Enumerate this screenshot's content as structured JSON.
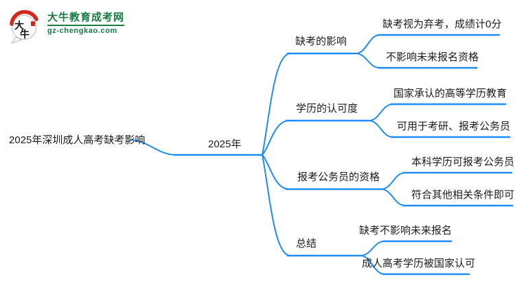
{
  "logo": {
    "icon_chars": "大牛",
    "title": "大牛教育成考网",
    "url": "gz-chengkao.com"
  },
  "mindmap": {
    "root": "2025年深圳成人高考缺考影响",
    "center": "2025年",
    "branches": [
      {
        "label": "缺考的影响",
        "children": [
          "缺考视为弃考，成绩计0分",
          "不影响未来报名资格"
        ]
      },
      {
        "label": "学历的认可度",
        "children": [
          "国家承认的高等学历教育",
          "可用于考研、报考公务员"
        ]
      },
      {
        "label": "报考公务员的资格",
        "children": [
          "本科学历可报考公务员",
          "符合其他相关条件即可"
        ]
      },
      {
        "label": "总结",
        "children": [
          "缺考不影响未来报名",
          "成人高考学历被国家认可"
        ]
      }
    ]
  },
  "colors": {
    "line_blue": "#1E8CF5",
    "text_dark": "#1C1C1C",
    "brand_green": "#177A43",
    "brand_red": "#D5281D"
  }
}
